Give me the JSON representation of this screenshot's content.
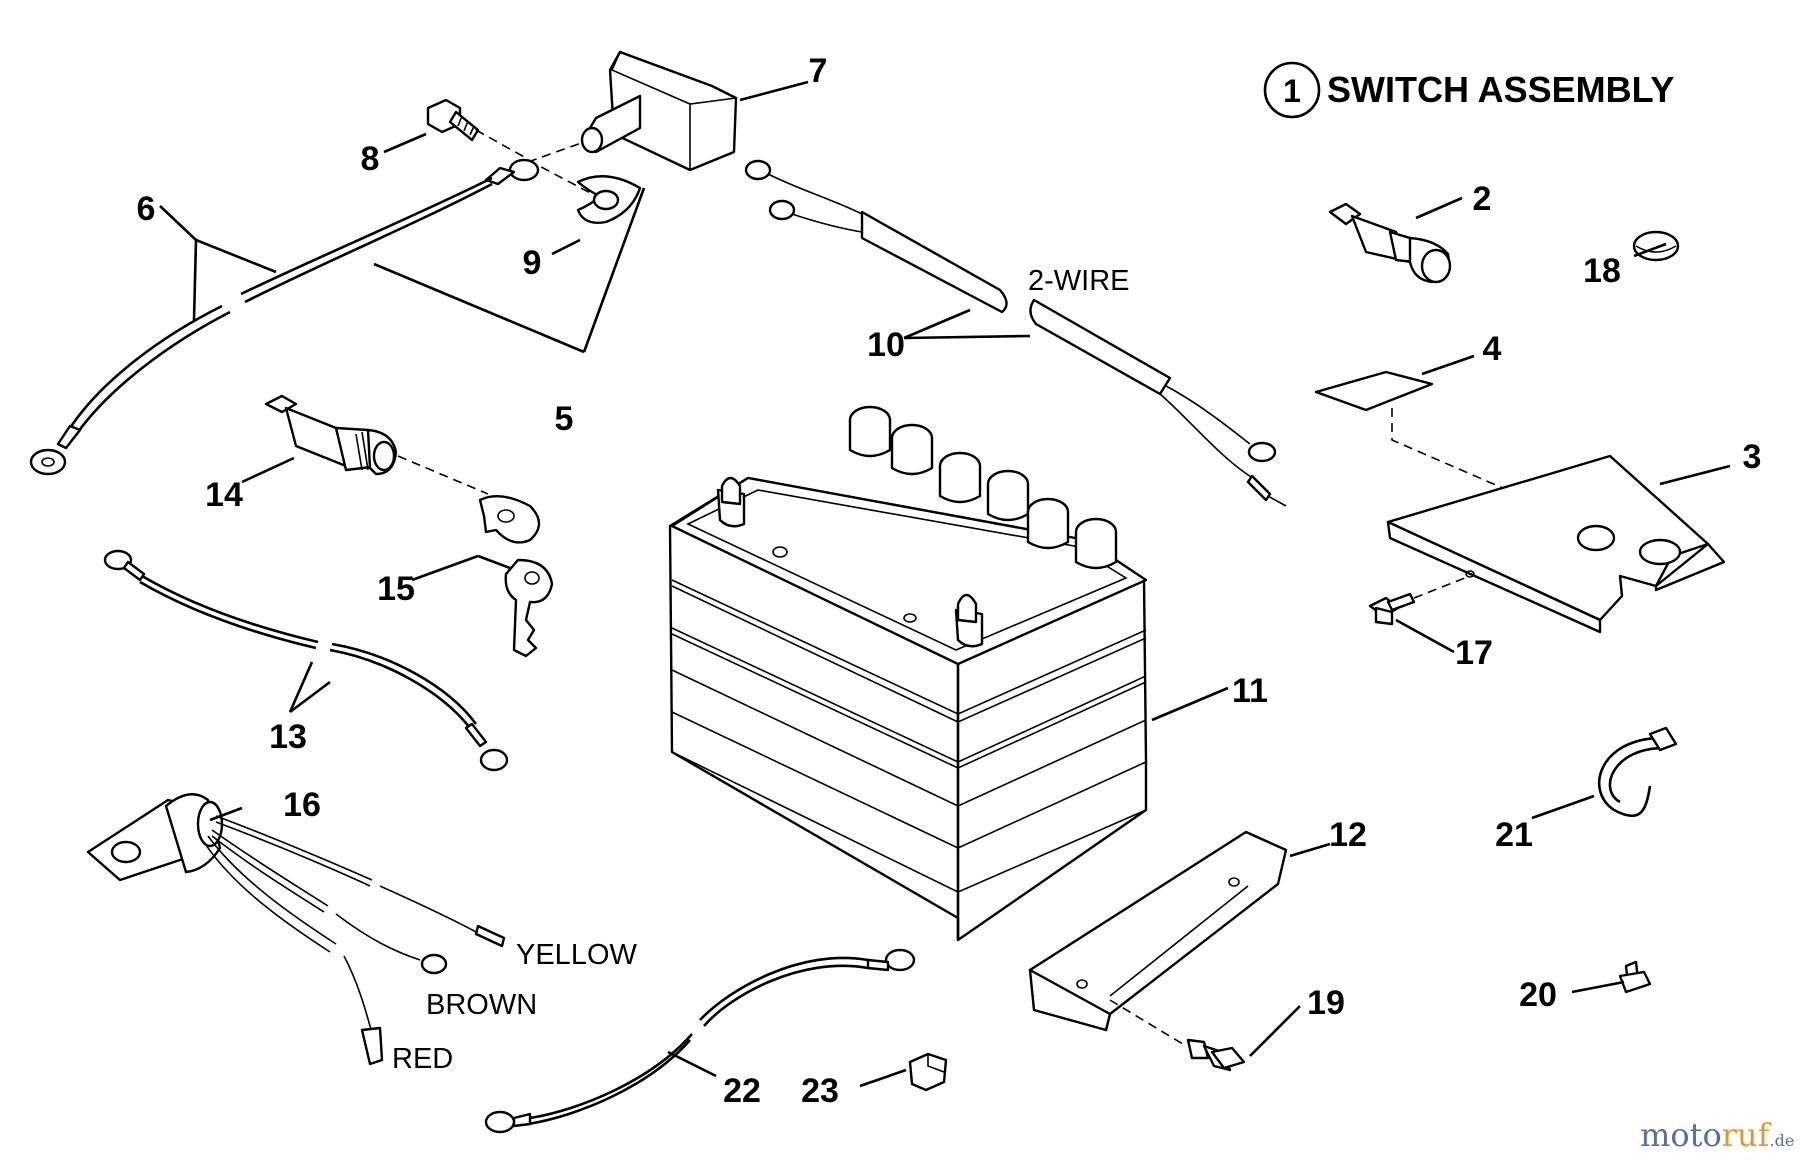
{
  "title": {
    "number": "1",
    "text": "SWITCH ASSEMBLY"
  },
  "callouts": [
    "2",
    "3",
    "4",
    "5",
    "6",
    "7",
    "8",
    "9",
    "10",
    "11",
    "12",
    "13",
    "14",
    "15",
    "16",
    "17",
    "18",
    "19",
    "20",
    "21",
    "22",
    "23"
  ],
  "wire_labels": {
    "two_wire": "2-WIRE",
    "yellow": "YELLOW",
    "brown": "BROWN",
    "red": "RED"
  },
  "watermark": {
    "part_a": "moto",
    "part_b": "ruf",
    "part_c": ".de"
  }
}
